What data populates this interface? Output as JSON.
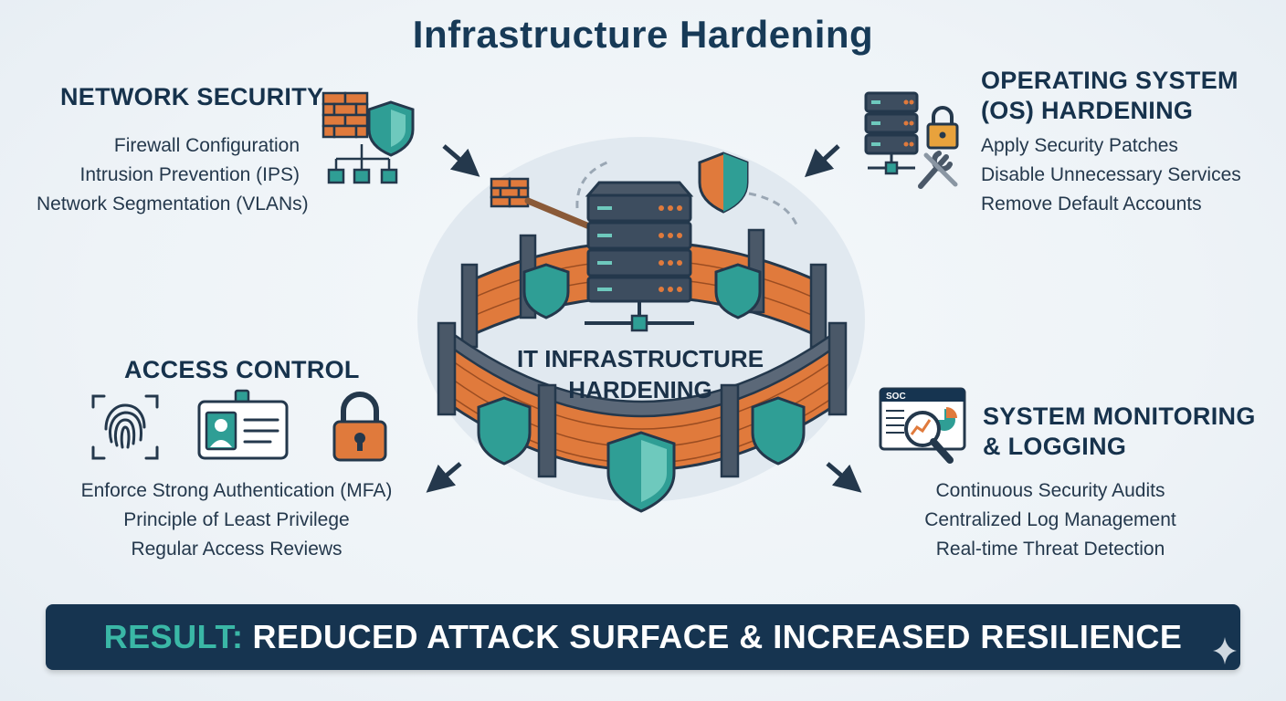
{
  "title": "Infrastructure Hardening",
  "center_label": [
    "IT INFRASTRUCTURE",
    "HARDENING"
  ],
  "sections": {
    "network": {
      "heading": "NETWORK SECURITY",
      "items": [
        "Firewall Configuration",
        "Intrusion Prevention (IPS)",
        "Network Segmentation (VLANs)"
      ],
      "icon": "firewall-shield-network-icon"
    },
    "os": {
      "heading": [
        "OPERATING SYSTEM",
        "(OS) HARDENING"
      ],
      "items": [
        "Apply Security Patches",
        "Disable Unnecessary Services",
        "Remove Default Accounts"
      ],
      "icon": "server-lock-wrench-icon"
    },
    "access": {
      "heading": "ACCESS CONTROL",
      "items": [
        "Enforce Strong Authentication (MFA)",
        "Principle of Least Privilege",
        "Regular Access Reviews"
      ],
      "icons": [
        "fingerprint-icon",
        "id-badge-icon",
        "padlock-icon"
      ]
    },
    "monitoring": {
      "heading": [
        "SYSTEM MONITORING",
        "& LOGGING"
      ],
      "items": [
        "Continuous Security Audits",
        "Centralized Log Management",
        "Real-time Threat Detection"
      ],
      "icon": "soc-monitor-magnifier-icon",
      "icon_text": "SOC"
    }
  },
  "banner": {
    "prefix": "RESULT:",
    "text": "REDUCED ATTACK SURFACE & INCREASED RESILIENCE"
  },
  "colors": {
    "navy": "#163450",
    "teal": "#2f9e95",
    "orange": "#e07a3c",
    "steel": "#4a5868"
  }
}
